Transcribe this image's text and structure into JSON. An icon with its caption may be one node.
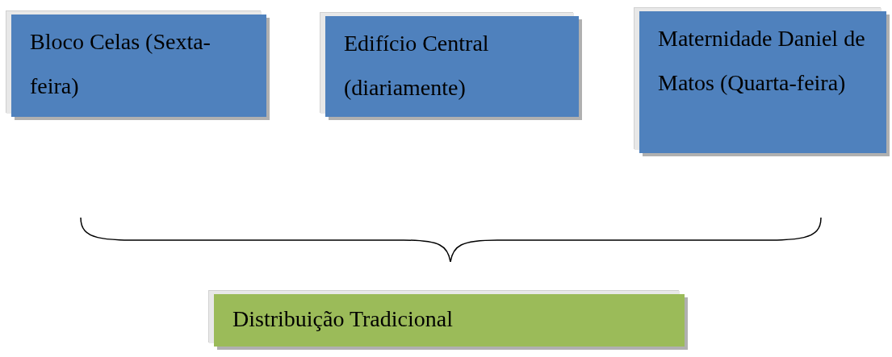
{
  "diagram": {
    "nodes": [
      {
        "text": [
          "Bloco Celas (Sexta-feira)"
        ]
      },
      {
        "text": [
          "Edifício Central (diariamente)"
        ]
      },
      {
        "text": [
          "Maternidade Daniel de Matos (Quarta-feira)"
        ]
      },
      {
        "text": [
          "Distribuição Tradicional"
        ]
      }
    ]
  }
}
